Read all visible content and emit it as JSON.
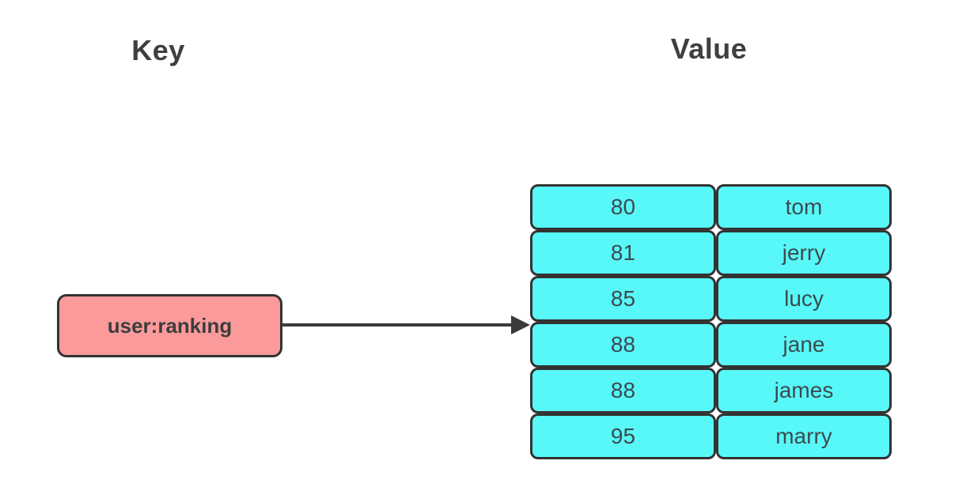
{
  "diagram": {
    "key_header": "Key",
    "value_header": "Value",
    "key": {
      "label": "user:ranking"
    },
    "rows": [
      {
        "score": "80",
        "member": "tom"
      },
      {
        "score": "81",
        "member": "jerry"
      },
      {
        "score": "85",
        "member": "lucy"
      },
      {
        "score": "88",
        "member": "jane"
      },
      {
        "score": "88",
        "member": "james"
      },
      {
        "score": "95",
        "member": "marry"
      }
    ],
    "colors": {
      "key_fill": "#fa9a9a",
      "cell_fill": "#58f8f8",
      "border": "#333333",
      "cell_text": "#3c4b50",
      "header_text": "#3f3f3f",
      "arrow": "#3a3a3a"
    }
  }
}
